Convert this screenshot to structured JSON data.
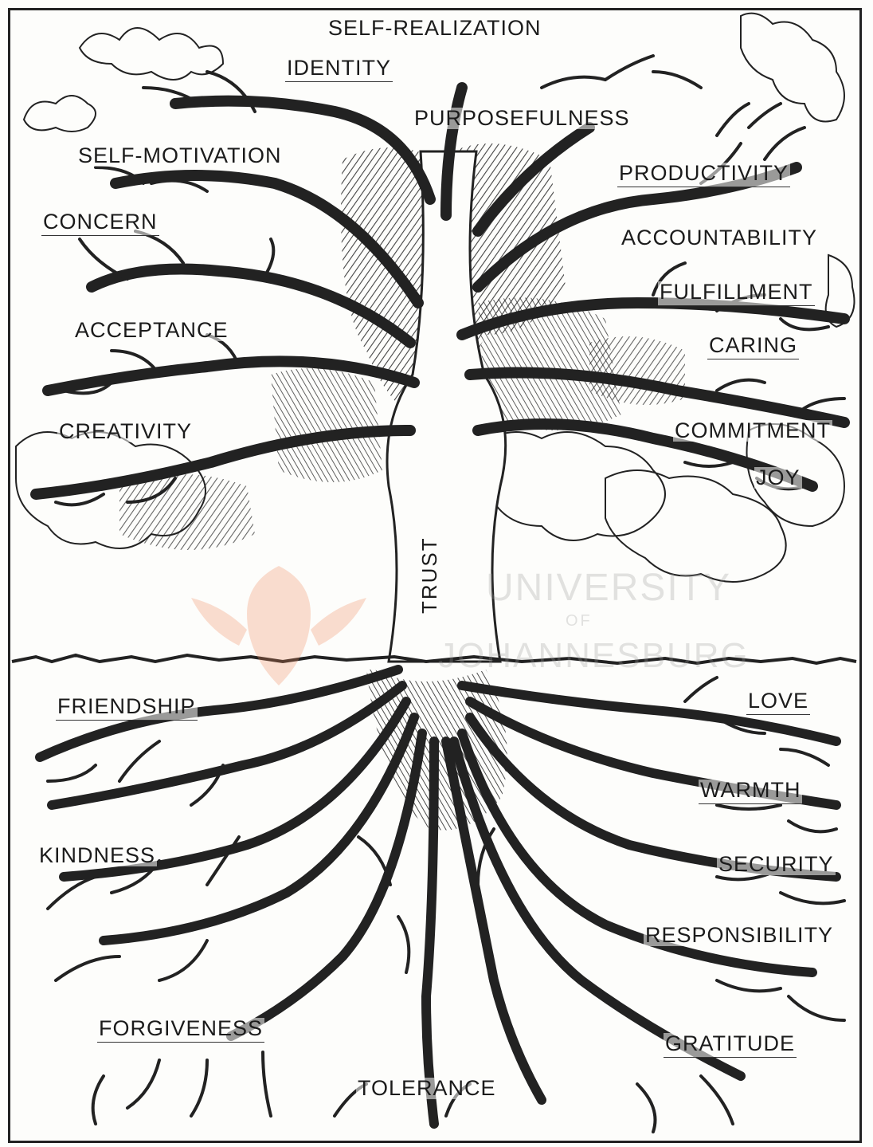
{
  "trunk_label": "TRUST",
  "branch_labels": [
    {
      "id": "self-realization",
      "text": "SELF-REALIZATION"
    },
    {
      "id": "identity",
      "text": "IDENTITY"
    },
    {
      "id": "purposefulness",
      "text": "PURPOSEFULNESS"
    },
    {
      "id": "self-motivation",
      "text": "SELF-MOTIVATION"
    },
    {
      "id": "productivity",
      "text": "PRODUCTIVITY"
    },
    {
      "id": "concern",
      "text": "CONCERN"
    },
    {
      "id": "accountability",
      "text": "ACCOUNTABILITY"
    },
    {
      "id": "fulfillment",
      "text": "FULFILLMENT"
    },
    {
      "id": "acceptance",
      "text": "ACCEPTANCE"
    },
    {
      "id": "caring",
      "text": "CARING"
    },
    {
      "id": "creativity",
      "text": "CREATIVITY"
    },
    {
      "id": "commitment",
      "text": "COMMITMENT"
    },
    {
      "id": "joy",
      "text": "JOY"
    }
  ],
  "root_labels": [
    {
      "id": "friendship",
      "text": "FRIENDSHIP"
    },
    {
      "id": "love",
      "text": "LOVE"
    },
    {
      "id": "warmth",
      "text": "WARMTH"
    },
    {
      "id": "kindness",
      "text": "KINDNESS"
    },
    {
      "id": "security",
      "text": "SECURITY"
    },
    {
      "id": "responsibility",
      "text": "RESPONSIBILITY"
    },
    {
      "id": "forgiveness",
      "text": "FORGIVENESS"
    },
    {
      "id": "gratitude",
      "text": "GRATITUDE"
    },
    {
      "id": "tolerance",
      "text": "TOLERANCE"
    }
  ],
  "watermark": {
    "line1": "UNIVERSITY",
    "line2": "OF",
    "line3": "JOHANNESBURG",
    "color": "#f08a5d"
  },
  "colors": {
    "ink": "#1b1b1b",
    "paper": "#fdfdfb"
  }
}
